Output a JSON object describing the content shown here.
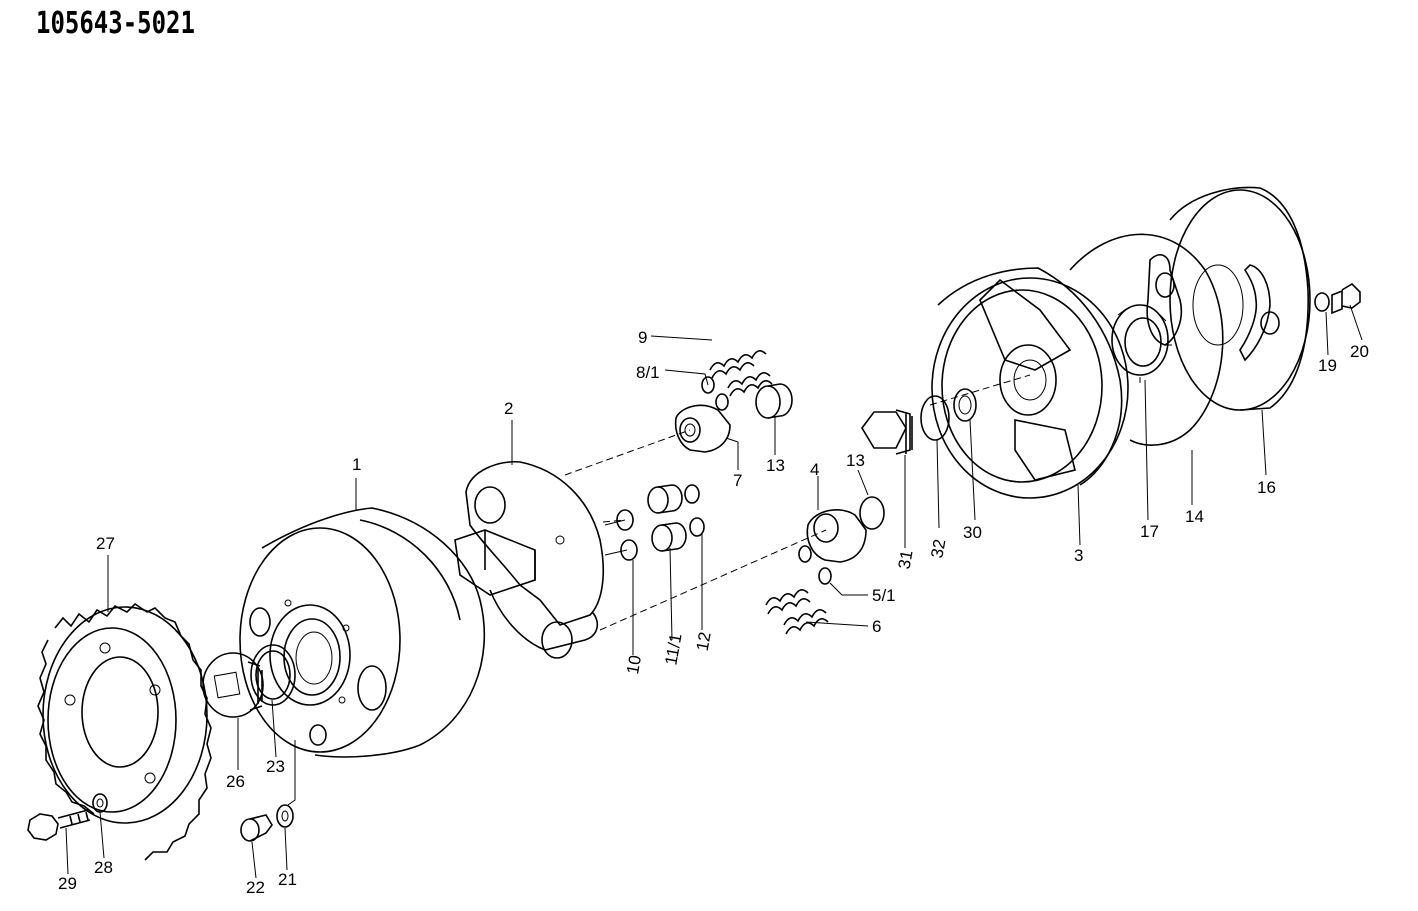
{
  "diagram": {
    "drawing_number": "105643-5021",
    "callouts": {
      "c1": "1",
      "c2": "2",
      "c3": "3",
      "c4": "4",
      "c5_1": "5/1",
      "c6": "6",
      "c7": "7",
      "c8_1": "8/1",
      "c9": "9",
      "c10": "10",
      "c11_1": "11/1",
      "c12": "12",
      "c13a": "13",
      "c13b": "13",
      "c14": "14",
      "c16": "16",
      "c17": "17",
      "c19": "19",
      "c20": "20",
      "c21": "21",
      "c22": "22",
      "c23": "23",
      "c26": "26",
      "c27": "27",
      "c28": "28",
      "c29": "29",
      "c30": "30",
      "c31": "31",
      "c32": "32"
    }
  }
}
